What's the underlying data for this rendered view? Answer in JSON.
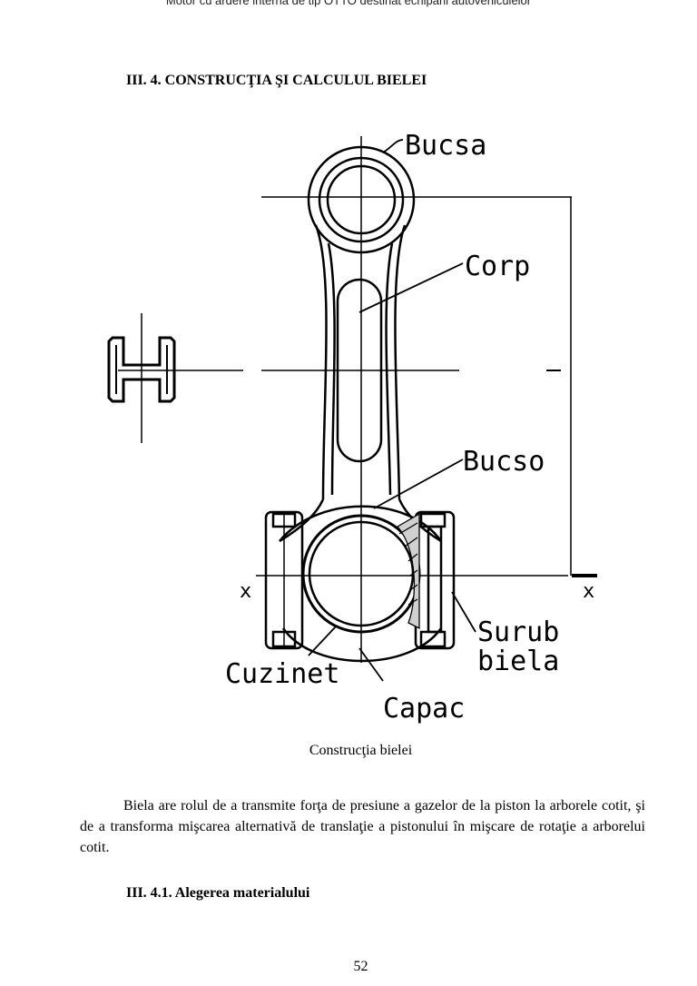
{
  "header": {
    "running_title": "Motor cu ardere interna de tip OTTO destinat echipării autovehiculelor"
  },
  "section": {
    "title": "III. 4. CONSTRUCŢIA ŞI CALCULUL BIELEI"
  },
  "figure": {
    "labels": {
      "bucsa_top": "Bucsa",
      "corp": "Corp",
      "bucso": "Bucso",
      "surub": "Surub",
      "biela": "biela",
      "cuzinet": "Cuzinet",
      "capac": "Capac",
      "axis_left": "x",
      "axis_right": "x"
    },
    "caption": "Construcţia bielei"
  },
  "paragraph": "Biela are rolul de a transmite forţa de presiune a gazelor de la piston la arborele cotit, şi de a transforma mişcarea alternativă de translaţie a pistonului în mişcare de rotaţie a arborelui cotit.",
  "subsection": {
    "title": "III. 4.1. Alegerea materialului"
  },
  "page": {
    "number": "52"
  }
}
